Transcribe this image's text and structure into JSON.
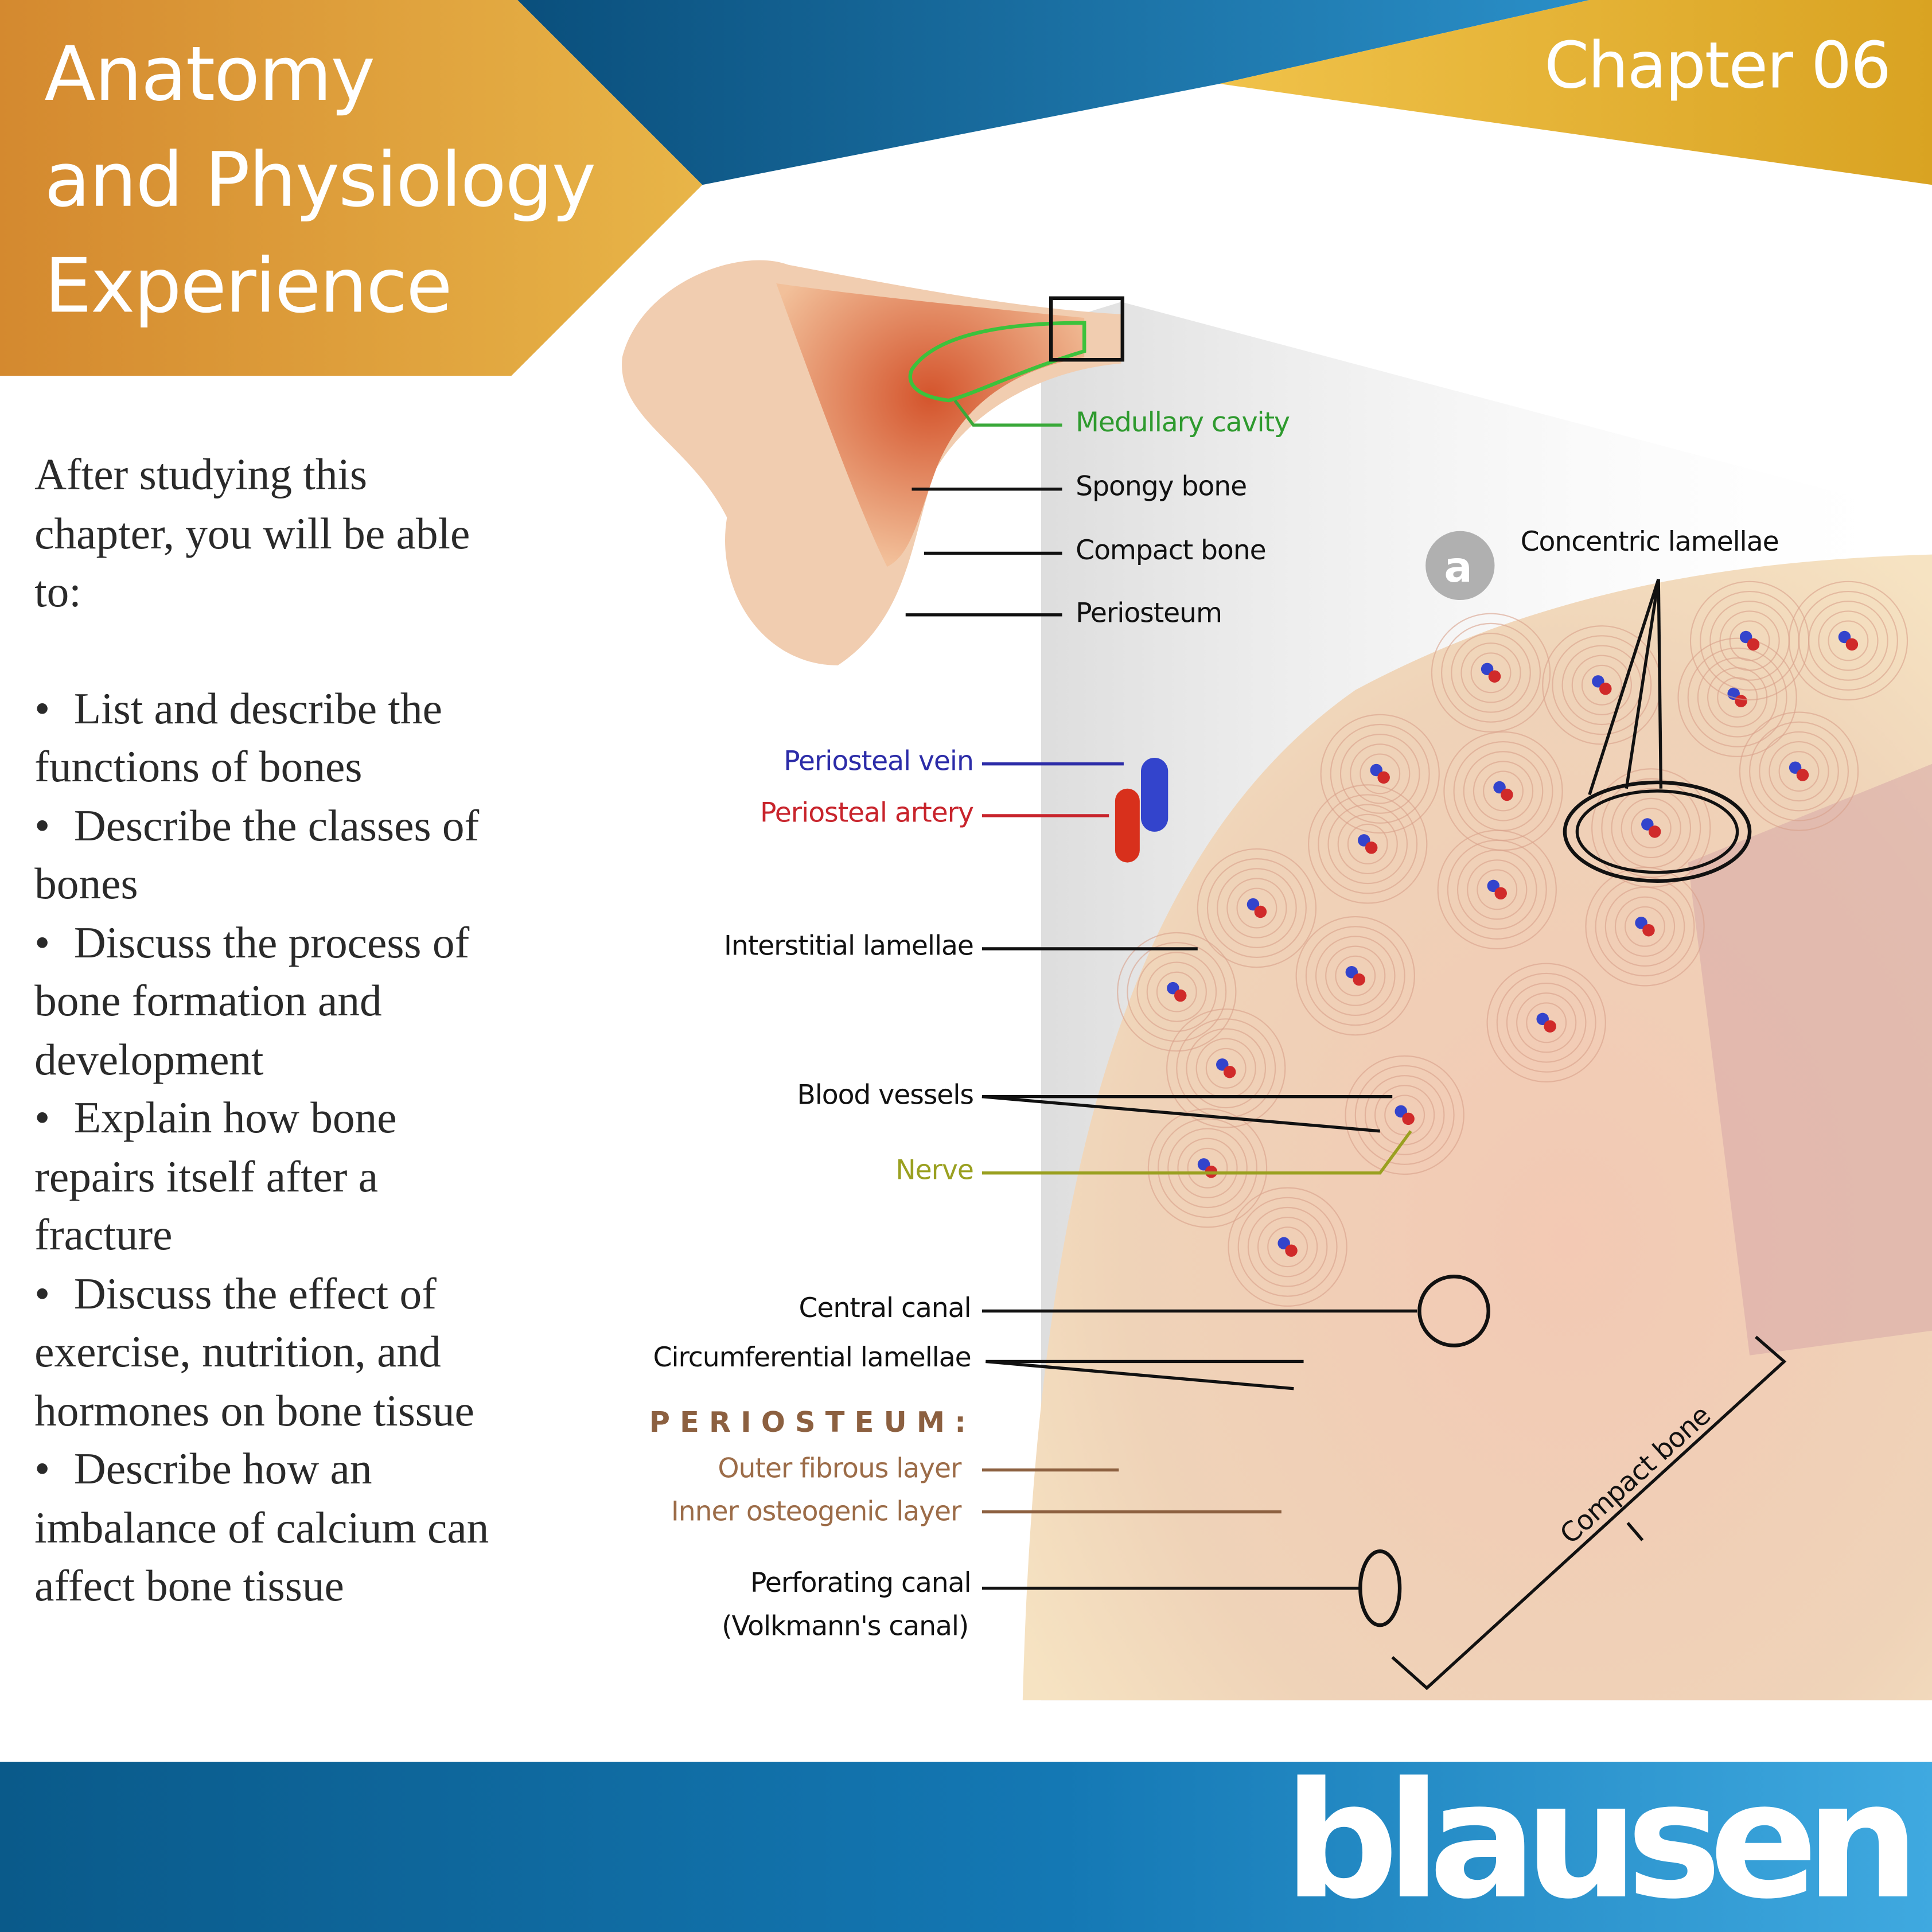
{
  "header": {
    "title_lines": [
      "Anatomy",
      "and Physiology",
      "Experience"
    ],
    "chapter": "Chapter 06",
    "colors": {
      "orange": "#d89433",
      "blue": "#0d5f8f",
      "gold": "#e2ac2e"
    }
  },
  "objectives": {
    "intro": "After studying this chapter, you will be able to:",
    "items": [
      "List and describe the functions of bones",
      "Describe the classes of bones",
      "Discuss the process of bone formation and development",
      "Explain how bone repairs itself after a fracture",
      "Discuss the effect of exercise, nutrition, and hormones on bone tissue",
      "Describe how an imbalance of calcium can affect bone tissue"
    ]
  },
  "diagram": {
    "badge": "a",
    "labels": {
      "medullary_cavity": "Medullary cavity",
      "spongy_bone": "Spongy bone",
      "compact_bone": "Compact bone",
      "periosteum": "Periosteum",
      "concentric_lamellae": "Concentric lamellae",
      "periosteal_vein": "Periosteal vein",
      "periosteal_artery": "Periosteal artery",
      "interstitial_lamellae": "Interstitial lamellae",
      "blood_vessels": "Blood vessels",
      "nerve": "Nerve",
      "central_canal": "Central canal",
      "circumferential_lamellae": "Circumferential lamellae",
      "periosteum_heading": "PERIOSTEUM:",
      "outer_fibrous_layer": "Outer fibrous layer",
      "inner_osteogenic_layer": "Inner osteogenic layer",
      "perforating_canal": "Perforating canal",
      "volkmanns_canal": "(Volkmann's canal)",
      "compact_bone_bracket": "Compact bone"
    }
  },
  "footer": {
    "logo": "blausen"
  }
}
